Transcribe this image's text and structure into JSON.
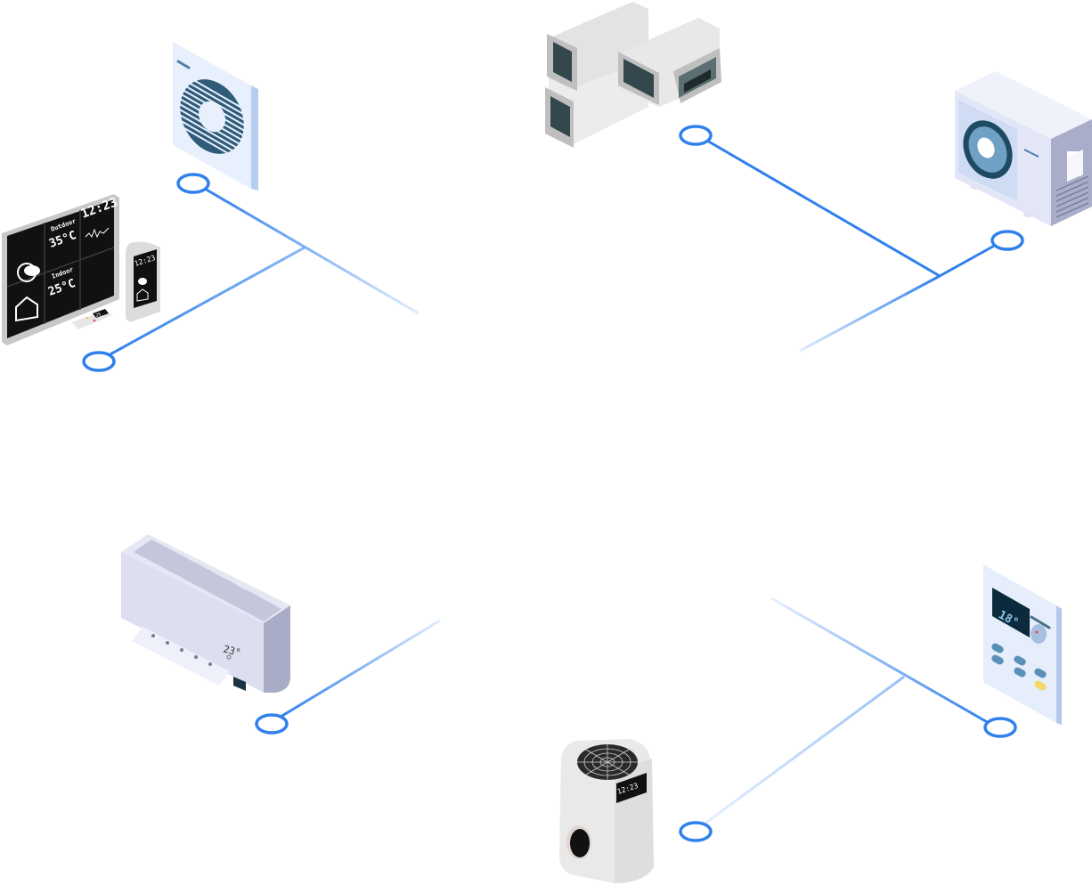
{
  "diagram": {
    "title": "HVAC connected devices",
    "colors": {
      "line": "#2f80ed",
      "line_faded": "#dce8fb",
      "background": "#ffffff"
    },
    "devices": [
      {
        "id": "weather-station",
        "label": "Weather station",
        "screen": {
          "outdoor_label": "Outdoor",
          "outdoor_temp": "35°C",
          "indoor_label": "Indoor",
          "indoor_temp": "25°C",
          "clock": "12:23"
        },
        "sensor_clock": "12:23",
        "remote_display": "25"
      },
      {
        "id": "exhaust-fan",
        "label": "Exhaust fan"
      },
      {
        "id": "air-ducts",
        "label": "Air ducts"
      },
      {
        "id": "outdoor-unit",
        "label": "Outdoor AC unit"
      },
      {
        "id": "split-ac",
        "label": "Wall split air conditioner",
        "display": "23°"
      },
      {
        "id": "air-purifier",
        "label": "Air purifier",
        "display": "12:23"
      },
      {
        "id": "thermostat",
        "label": "Wall thermostat",
        "display": "18°"
      }
    ]
  }
}
